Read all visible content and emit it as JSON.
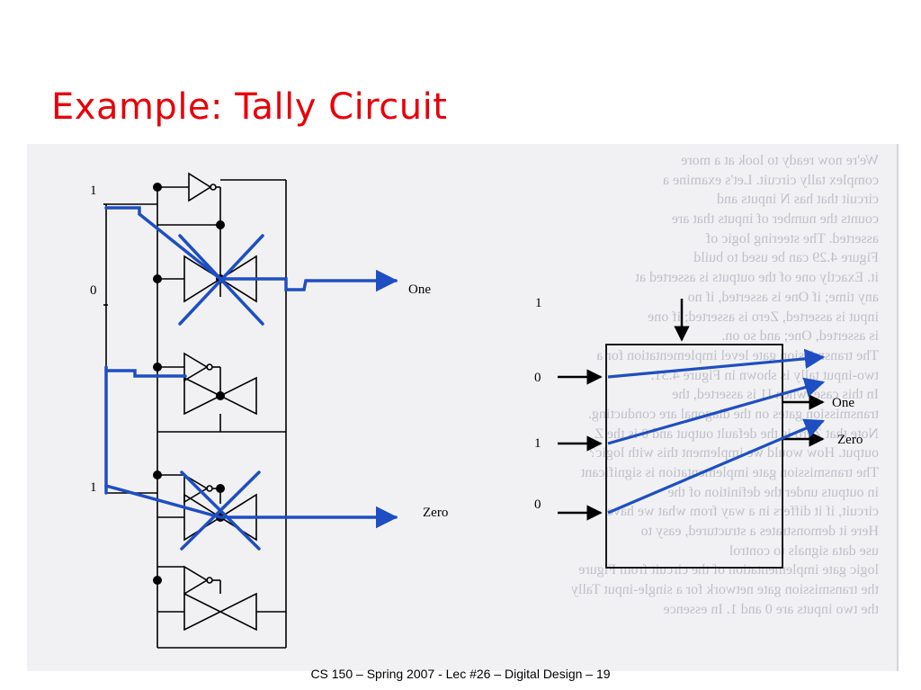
{
  "slide": {
    "title": "Example: Tally Circuit",
    "footer": "CS 150 – Spring 2007 - Lec #26 – Digital Design  – 19",
    "title_color": "#e8000b",
    "highlight_color": "#1f4ec2"
  },
  "circuit_left": {
    "input_top_label": "1",
    "input_bottom_label": "0",
    "input_lower_label": "1",
    "output_one_label": "One",
    "output_zero_label": "Zero"
  },
  "circuit_right": {
    "top_input_label": "1",
    "row_labels": [
      "0",
      "1",
      "0"
    ],
    "output_one_label": "One",
    "output_zero_label": "Zero"
  },
  "background_text_lines": [
    "We're now ready to look at a more",
    "complex tally circuit. Let's examine a",
    "circuit that has N inputs and",
    "counts the number of inputs that are",
    "asserted. The steering logic of",
    "Figure 4.29 can be used to build",
    "it. Exactly one of the outputs is asserted at",
    "any time; if One is asserted, if no",
    "input is asserted, Zero is asserted; if one",
    "is asserted, One; and so on.",
    "The transmission gate level implementation for a",
    "two-input tally is shown in Figure 4.31.",
    "In this case, when I1 is asserted, the",
    "transmission gates on the diagonal are conducting.",
    "Note that Zero is the default output and 0 is the Z",
    "output. How would we implement this with logic?",
    "The transmission gate implementation is significant",
    "in outputs under the definition of the",
    "circuit, if it differs in a way from what we have",
    "Here it demonstrates a structured, easy to",
    "use data signals to control",
    "logic gate implementation of the circuit from Figure",
    "the transmission gate network for a single-input Tally",
    "the two inputs are 0 and 1. In essence"
  ]
}
